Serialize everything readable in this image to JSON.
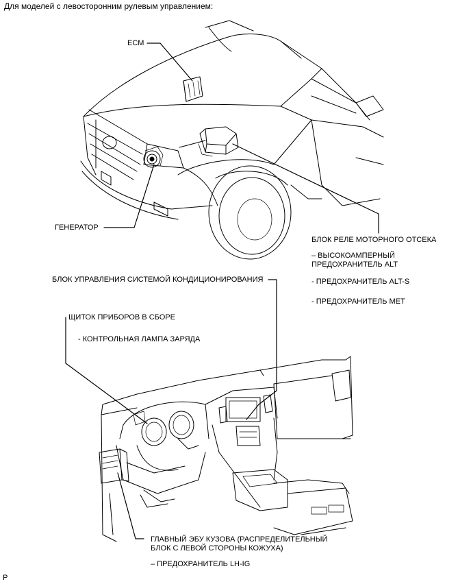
{
  "header": "Для моделей с левосторонним рулевым управлением:",
  "labels": {
    "ecm": "ECM",
    "generator": "ГЕНЕРАТОР",
    "relay_block": "БЛОК РЕЛЕ МОТОРНОГО ОТСЕКА",
    "relay_fuse1_line1": "– ВЫСОКОАМПЕРНЫЙ",
    "relay_fuse1_line2": "ПРЕДОХРАНИТЕЛЬ ALT",
    "relay_fuse2": "- ПРЕДОХРАНИТЕЛЬ ALT-S",
    "relay_fuse3": "- ПРЕДОХРАНИТЕЛЬ MET",
    "ac_control": "БЛОК УПРАВЛЕНИЯ СИСТЕМОЙ КОНДИЦИОНИРОВАНИЯ",
    "cluster": "ЩИТОК ПРИБОРОВ В СБОРЕ",
    "cluster_lamp": "- КОНТРОЛЬНАЯ ЛАМПА ЗАРЯДА",
    "body_ecu_line1": "ГЛАВНЫЙ ЭБУ КУЗОВА (РАСПРЕДЕЛИТЕЛЬНЫЙ",
    "body_ecu_line2": "БЛОК С ЛЕВОЙ СТОРОНЫ КОЖУХА)",
    "body_ecu_fuse": "– ПРЕДОХРАНИТЕЛЬ LH-IG"
  },
  "footer": "P"
}
